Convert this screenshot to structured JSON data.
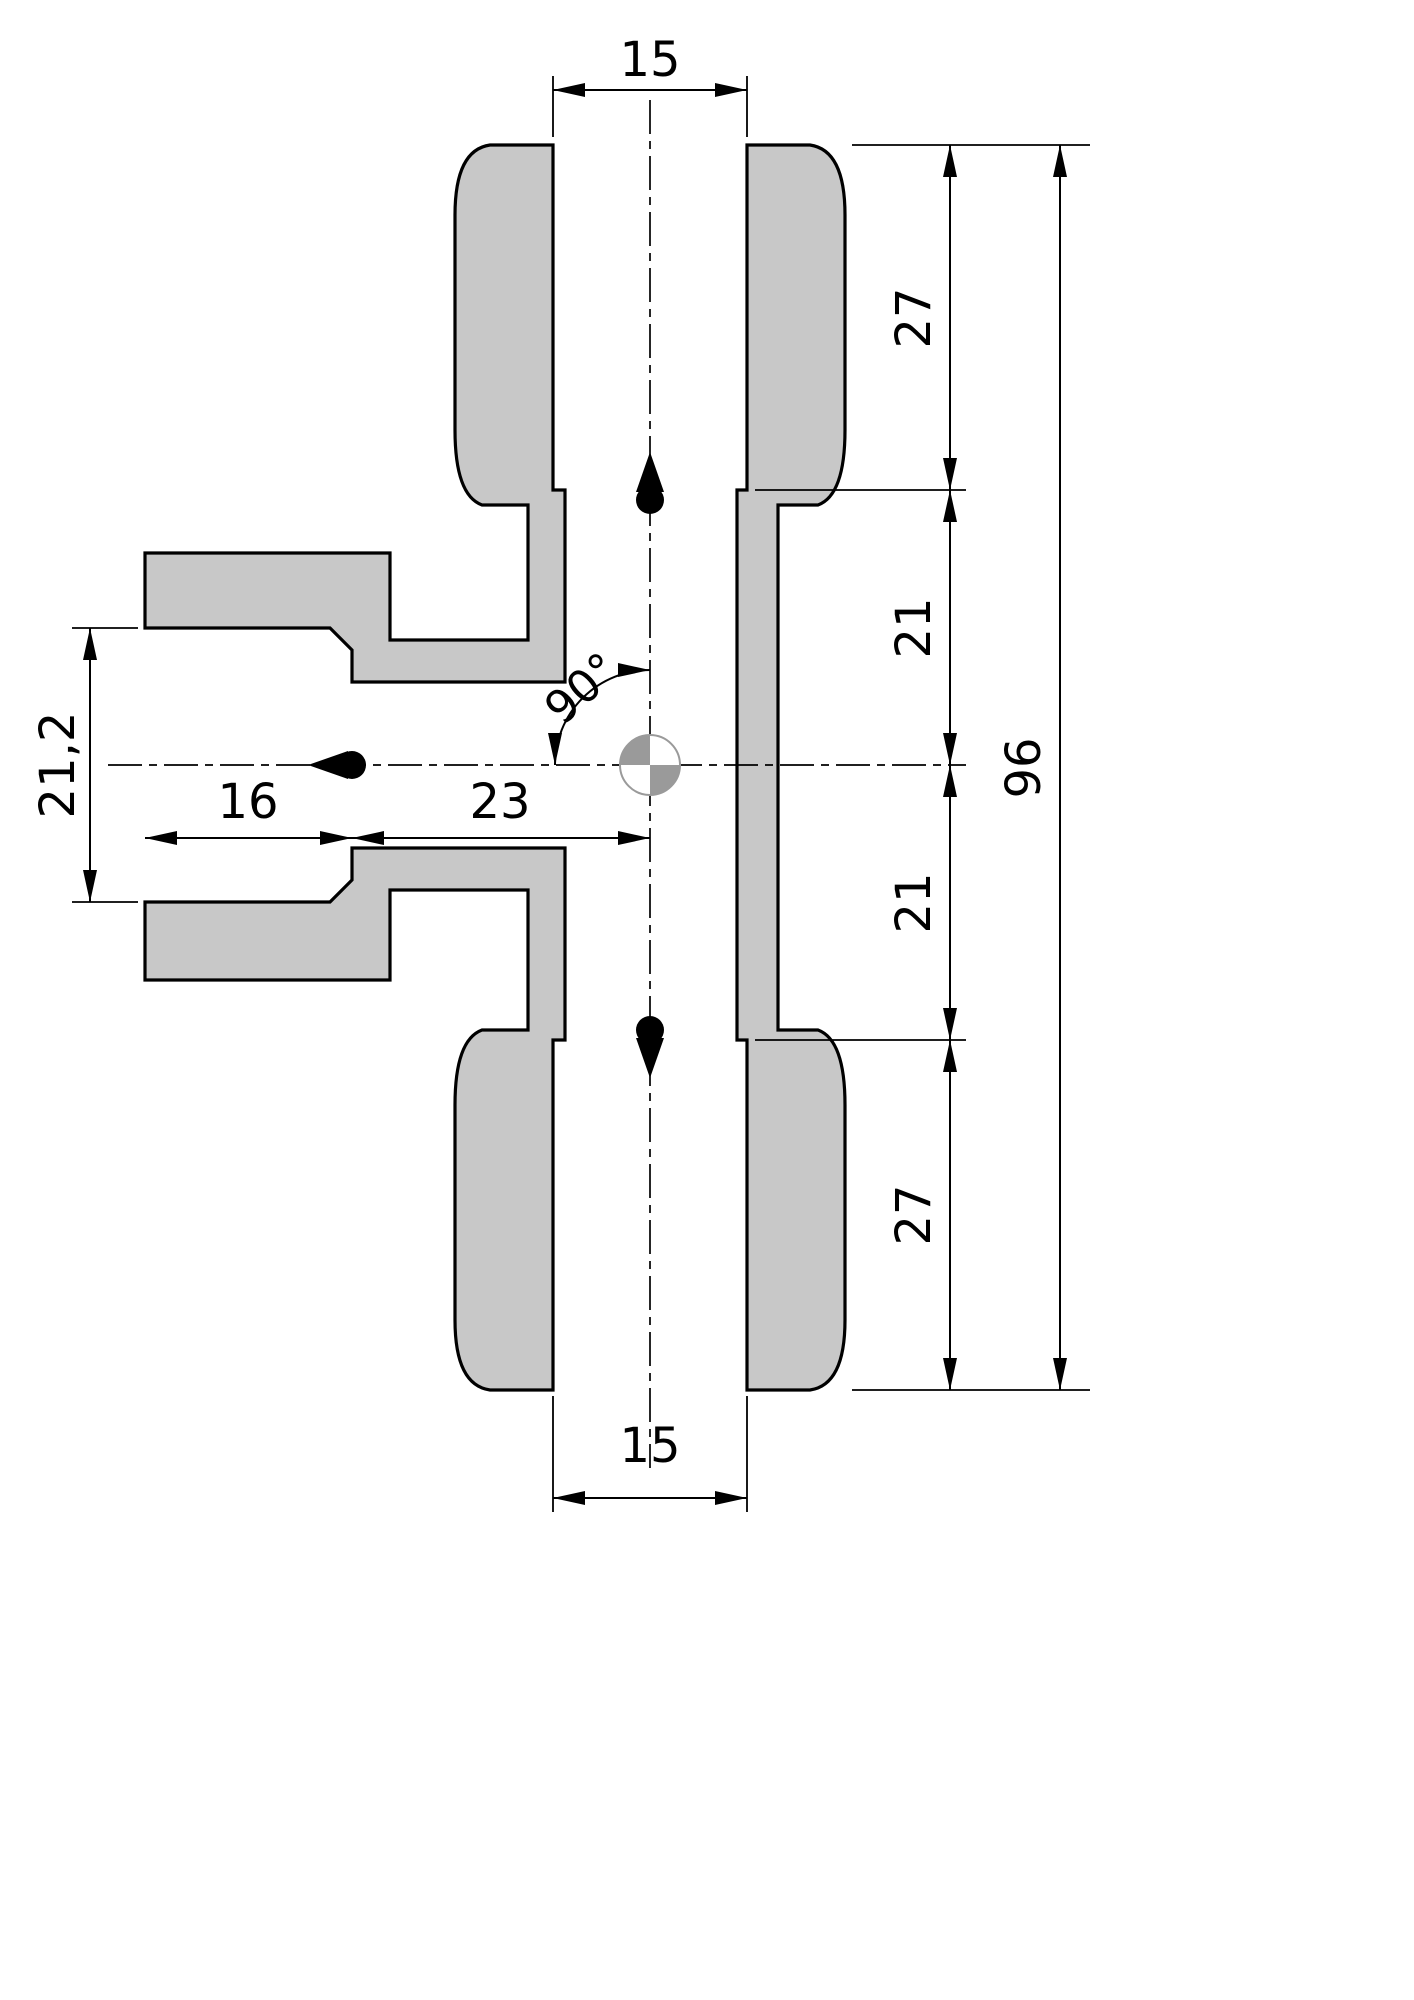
{
  "colors": {
    "body_fill": "#c8c8c8",
    "line": "#000000",
    "center_mark": "#9a9a9a"
  },
  "dimensions": {
    "top_socket_width": "15",
    "bottom_socket_width": "15",
    "right_chain": [
      "27",
      "21",
      "21",
      "27"
    ],
    "overall_height": "96",
    "branch_bore": "21,2",
    "branch_depth": "16",
    "branch_to_center": "23",
    "angle": "90°"
  }
}
